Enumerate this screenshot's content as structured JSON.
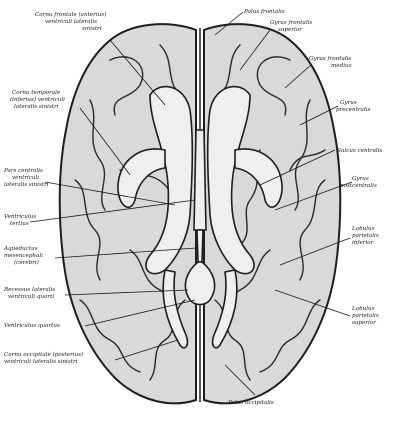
{
  "labels": {
    "polus_frontalis": "Polus frontalis",
    "gyrus_frontalis_superior": [
      "Gyrus frontalis",
      "superior"
    ],
    "gyrus_frontalis_medius": [
      "Gyrus frontalis",
      "medius"
    ],
    "gyrus_precentralis": [
      "Gyrus",
      "precentralis"
    ],
    "sulcus_centralis": "Sulcus centralis",
    "gyrus_postcentralis": [
      "Gyrus",
      "postcentralis"
    ],
    "lobulus_parietalis_inferior": [
      "Lobulus",
      "parietalis",
      "inferior"
    ],
    "lobulus_parietalis_superior": [
      "Lobulus",
      "parietalis",
      "superior"
    ],
    "polus_occipitalis": "Polus occipitalis",
    "cornu_frontale": [
      "Cornu frontale (anterius)",
      "ventriculi lateralis",
      "sinistri"
    ],
    "cornu_temporale": [
      "Cornu temporale",
      "(inferius) ventriculi",
      "lateralis sinistri"
    ],
    "pars_centralis": [
      "Pars centralis",
      "ventriculi",
      "lateralis sinistri"
    ],
    "ventriculus_tertius": [
      "Ventriculus",
      "tertius"
    ],
    "aqueductus": [
      "Aqueductus",
      "mesencephali",
      "(cerebri)"
    ],
    "recessus_lateralis": [
      "Recessus lateralis",
      "ventriculi quarti"
    ],
    "ventriculus_quartus": "Ventriculus quartus",
    "cornu_occipitale": [
      "Cornu occipitale (posterius)",
      "ventriculi lateralis sinistri"
    ]
  }
}
